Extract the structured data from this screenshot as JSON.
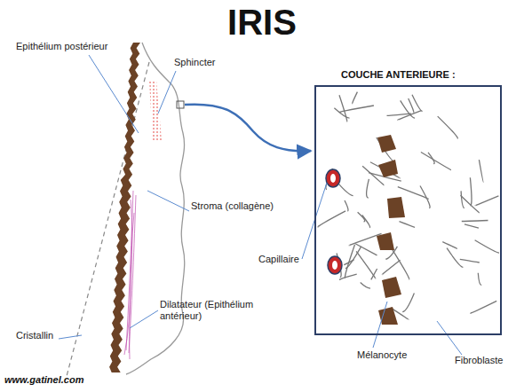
{
  "diagram": {
    "title": "IRIS",
    "nodes": [
      {
        "text": [
          "COUCHE ANTERIEURE :"
        ]
      }
    ],
    "labels": [
      "Epithélium postérieur",
      "Sphincter",
      "Stroma (collagène)",
      "Cristallin",
      "Dilatateur (Epithélium antérieur)",
      "Capillaire",
      "Mélanocyte",
      "Fibroblaste",
      "www.gatinel.com"
    ]
  }
}
